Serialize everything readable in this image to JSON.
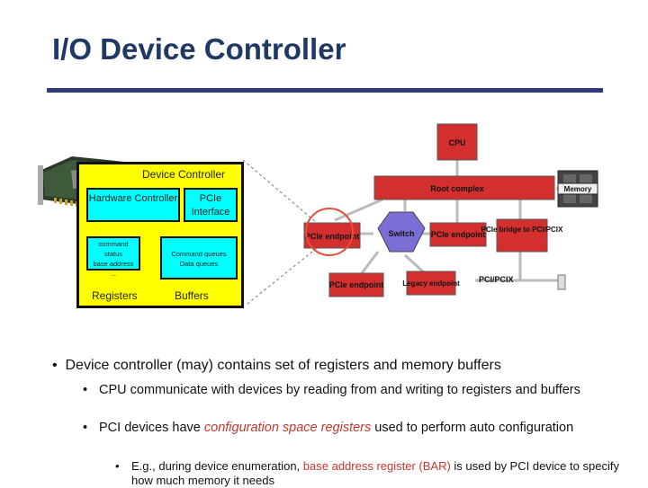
{
  "slide": {
    "title": "I/O Device Controller"
  },
  "controller": {
    "title": "Device Controller",
    "hardware_controller": "Hardware Controller",
    "pcie_interface": "PCIe Interface",
    "registers_list": [
      "command",
      "status",
      "base address",
      "..."
    ],
    "queues_list": [
      "Command queues",
      "Data queues"
    ],
    "registers_label": "Registers",
    "buffers_label": "Buffers"
  },
  "topology": {
    "cpu": "CPU",
    "root_complex": "Root complex",
    "memory": "Memory",
    "pcie_endpoint_left": "PCIe endpoint",
    "switch": "Switch",
    "pcie_endpoint_right": "PCIe endpoint",
    "bridge": "PCIe bridge to PCI/PCIX",
    "pcie_endpoint_bottom": "PCIe endpoint",
    "legacy_endpoint": "Legacy endpoint",
    "pci_pcix": "PCI/PCIX"
  },
  "bullets": {
    "main": "Device controller (may) contains set of registers and memory buffers",
    "sub1": "CPU communicate with devices by reading from and writing to registers and buffers",
    "sub2_pre": "PCI devices have ",
    "sub2_em": "configuration space registers",
    "sub2_post": " used to perform auto configuration",
    "sub3_pre": "E.g., during device enumeration, ",
    "sub3_em": "base address register (BAR)",
    "sub3_post": " is used by PCI device to specify how much memory it needs"
  },
  "colors": {
    "title": "#1f3864",
    "rule": "#2f3b7a",
    "controller_fill": "#ffff00",
    "sub_fill": "#00ffff",
    "node_red": "#d32f2f",
    "switch_violet": "#7b6fd6",
    "emphasis": "#c0392b"
  }
}
